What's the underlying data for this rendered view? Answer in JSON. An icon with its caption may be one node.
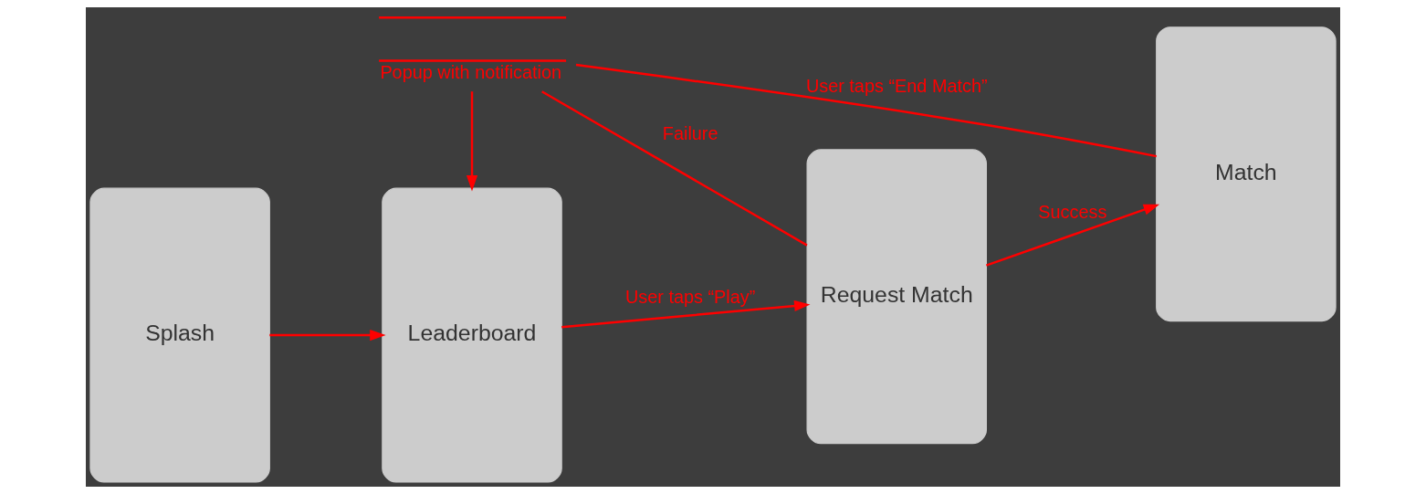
{
  "diagram": {
    "nodes": [
      {
        "text": [
          "Splash"
        ]
      },
      {
        "text": [
          "Leaderboard"
        ]
      },
      {
        "text": [
          "Request Match"
        ]
      },
      {
        "text": [
          "Match"
        ]
      },
      {
        "text": [
          "Popup with notification"
        ]
      }
    ],
    "edges": [
      {
        "from": 0,
        "to": 1,
        "arrow": "to"
      },
      {
        "from": 1,
        "to": 2,
        "arrow": "to",
        "label": "User taps “Play”"
      },
      {
        "from": 2,
        "to": 3,
        "arrow": "to",
        "label": "Success"
      },
      {
        "from": 2,
        "to": 4,
        "arrow": "none",
        "label": "Failure"
      },
      {
        "from": 3,
        "to": 4,
        "arrow": "none",
        "label": "User taps “End Match”"
      },
      {
        "from": 4,
        "to": 1,
        "arrow": "to"
      }
    ]
  }
}
